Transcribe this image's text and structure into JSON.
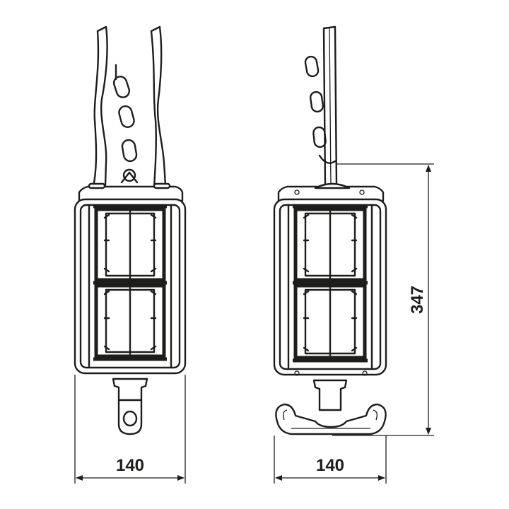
{
  "drawing": {
    "front_view": {
      "width_dimension": "140"
    },
    "side_view": {
      "width_dimension": "140",
      "height_dimension": "347"
    }
  }
}
